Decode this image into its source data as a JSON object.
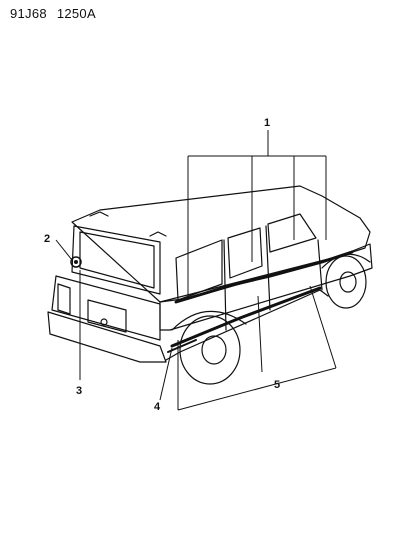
{
  "header": {
    "part_code": "91J68",
    "figure_code": "1250A"
  },
  "callouts": [
    {
      "id": "1",
      "label": "1"
    },
    {
      "id": "2",
      "label": "2"
    },
    {
      "id": "3",
      "label": "3"
    },
    {
      "id": "4",
      "label": "4"
    },
    {
      "id": "5",
      "label": "5"
    }
  ]
}
